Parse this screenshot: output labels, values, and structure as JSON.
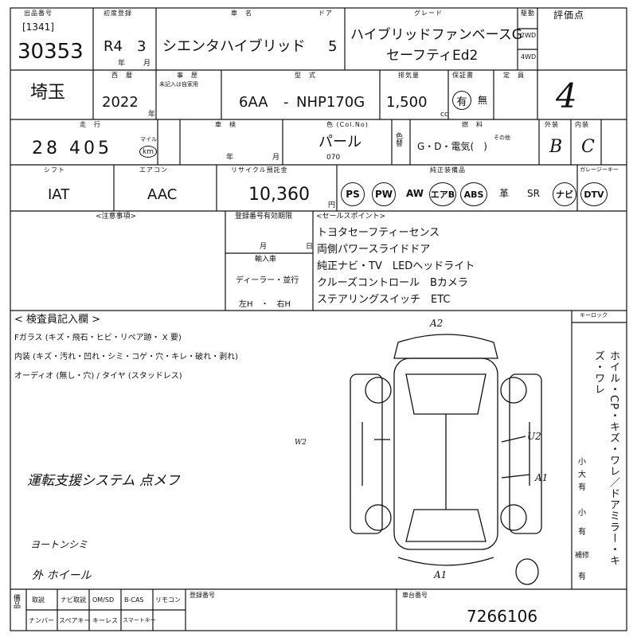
{
  "labels": {
    "venue_no": "出品番号",
    "first_reg": "初度登録",
    "car_name": "車　名",
    "doors": "ドア",
    "grade": "グレード",
    "drive": "駆動",
    "score": "評価点",
    "year_label": "西　暦",
    "history": "事　歴",
    "history_note": "未記入は自家用",
    "model": "型　式",
    "displacement": "排気量",
    "warranty": "保証書",
    "capacity": "定　員",
    "mileage": "走　行",
    "inspection": "車　検",
    "color": "色 (Col.No)",
    "fuel": "燃　料",
    "exterior": "外装",
    "interior": "内装",
    "shift": "シフト",
    "aircon": "エアコン",
    "recycle": "リサイクル預託金",
    "equipment": "純正装備品",
    "garage": "ガレージーキー",
    "notes": "<注意事項>",
    "reg_valid": "登録番号有効期限",
    "month": "月",
    "day": "日",
    "import": "輸入車",
    "dealer": "ディーラー・並行",
    "left_right": "左H　・　右H",
    "sales_points": "<セールスポイント>",
    "inspector": "< 検査員記入欄 >",
    "key": "キーロック",
    "color_replace": "色替",
    "cc": "cc",
    "yen": "円",
    "nen": "年",
    "tsuki": "月",
    "nen2": "年",
    "mileage_unit_top": "マイル",
    "km": "km",
    "frame_no_label": "車台番号",
    "reg_date_label": "登録番号",
    "sono_ta": "その他",
    "wd2": "2WD",
    "wd4": "4WD"
  },
  "vehicle": {
    "lot_code": "[1341]",
    "lot_no": "30353",
    "era": "R4",
    "month": "3",
    "name": "シエンタハイブリッド",
    "doors": "5",
    "grade_line1": "ハイブリッドファンベースG",
    "grade_line2": "セーフティEd2",
    "year": "2022",
    "model_prefix": "6AA",
    "model_dash": "-",
    "model_code": "NHP170G",
    "displacement": "1,500",
    "warranty_yes": "有",
    "warranty_no": "無",
    "prefecture": "埼玉",
    "mileage": "28 405",
    "color_name": "パール",
    "color_code": "070",
    "fuel_options": "G・D・電気(　)",
    "exterior_grade": "B",
    "interior_grade": "C",
    "score": "4",
    "shift": "IAT",
    "aircon": "AAC",
    "recycle": "10,360",
    "frame_no": "7266106"
  },
  "equipment": [
    "PS",
    "PW",
    "AW",
    "エアB",
    "ABS",
    "革",
    "SR",
    "ナビ",
    "DTV"
  ],
  "sales_points": [
    "トヨタセーフティーセンス",
    "両側パワースライドドア",
    "純正ナビ・TV　LEDヘッドライト",
    "クルーズコントロール　Bカメラ",
    "ステアリングスイッチ　ETC"
  ],
  "inspector": {
    "glass": "Fガラス (キズ・飛石・ヒビ・リペア跡・ X 要)",
    "interior": "内装 (キズ・汚れ・凹れ・シミ・コゲ・穴・キレ・破れ・剥れ)",
    "audio": "オーディオ (無し・穴) / タイヤ (スタッドレス)",
    "note1": "運転支援システム 点メフ",
    "note2": "ヨートンシミ",
    "note3": "外 ホイール"
  },
  "diagram_marks": [
    "A2",
    "W2",
    "U2",
    "A1",
    "A1"
  ],
  "side_text": "ホイル・CP・キズ・ワレ／ドアミラー・キズ・ワレ",
  "side_sub": [
    "小",
    "大",
    "有",
    "小",
    "有",
    "補修",
    "有"
  ],
  "bottom_labels": {
    "prep": "備品",
    "row1": [
      "取説",
      "ナビ取説",
      "OM/SD",
      "B-CAS",
      "リモコン"
    ],
    "row2": [
      "ナンバー",
      "スペアキー",
      "キーレス",
      "スマートキー"
    ]
  }
}
